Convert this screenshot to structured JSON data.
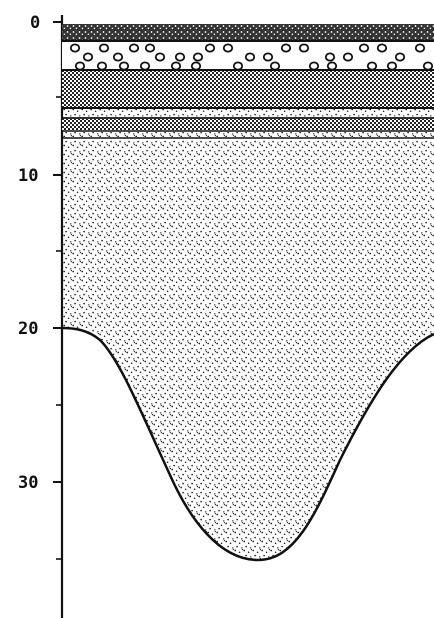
{
  "depth_axis": {
    "tick_labels": [
      "0",
      "10",
      "20",
      "30"
    ]
  },
  "colors": {
    "ink": "#111111",
    "paper": "#ffffff",
    "stipple": "#1a1a1a"
  }
}
